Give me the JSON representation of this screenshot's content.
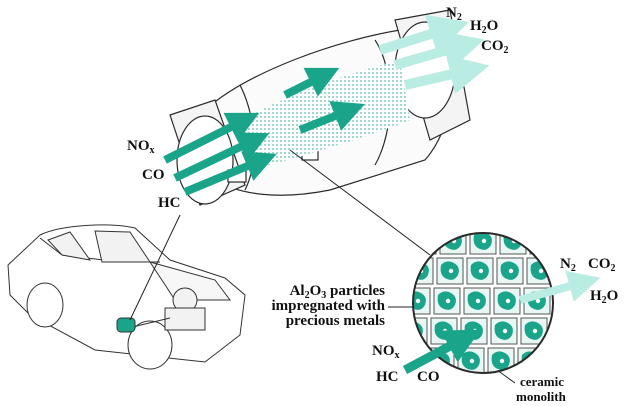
{
  "labels": {
    "converter_outlet": {
      "n2": "N",
      "n2_sub": "2",
      "h2o_a": "H",
      "h2o_sub": "2",
      "h2o_b": "O",
      "co2": "CO",
      "co2_sub": "2"
    },
    "converter_inlet": {
      "nox": "NO",
      "nox_sub": "x",
      "co": "CO",
      "hc": "HC"
    },
    "detail_inlet": {
      "nox": "NO",
      "nox_sub": "x",
      "hc": "HC",
      "co": "CO"
    },
    "detail_outlet": {
      "n2": "N",
      "n2_sub": "2",
      "co2": "CO",
      "co2_sub": "2",
      "h2o_a": "H",
      "h2o_sub": "2",
      "h2o_b": "O"
    },
    "particles": {
      "line1_a": "Al",
      "line1_sub1": "2",
      "line1_b": "O",
      "line1_sub2": "3",
      "line1_c": " particles",
      "line2": "impregnated with",
      "line3": "precious metals"
    },
    "monolith": {
      "line1": "ceramic",
      "line2": "monolith"
    }
  },
  "colors": {
    "flow": "#1aa58b",
    "flow_light": "#b9ece3",
    "line": "#2b2b2b",
    "cell": "#1aa58b"
  }
}
